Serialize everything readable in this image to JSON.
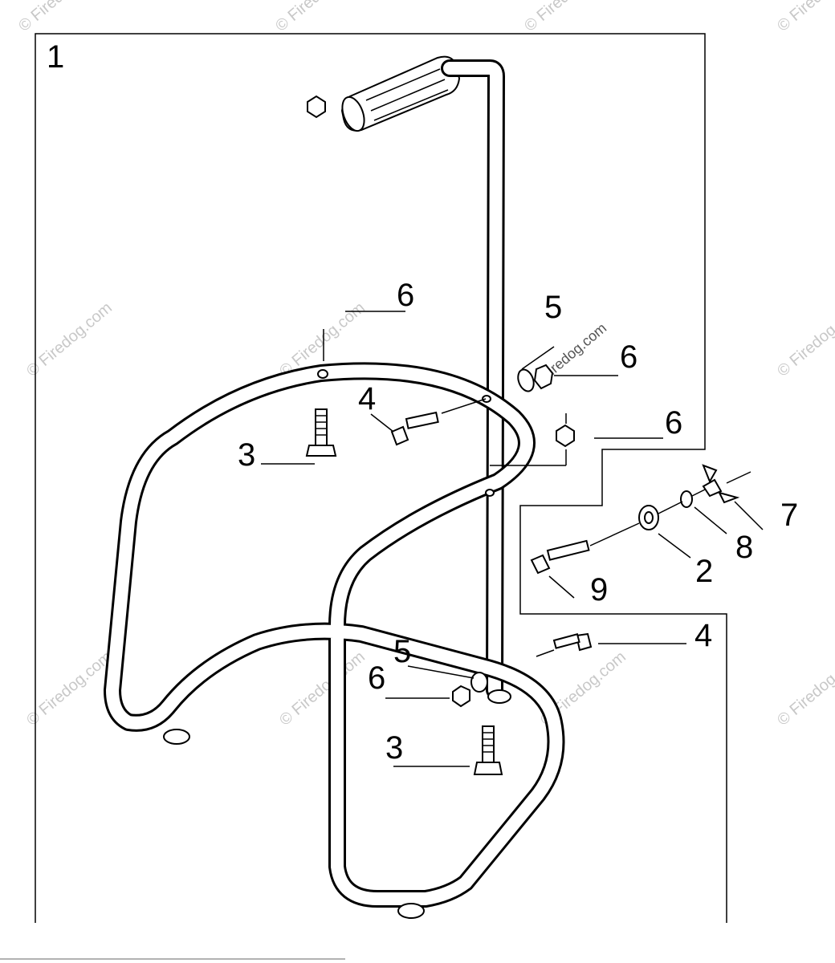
{
  "labels": {
    "assembly": "1",
    "p2": "2",
    "p3a": "3",
    "p3b": "3",
    "p4a": "4",
    "p4b": "4",
    "p5a": "5",
    "p5b": "5",
    "p6a": "6",
    "p6b": "6",
    "p6c": "6",
    "p6d": "6",
    "p7": "7",
    "p8": "8",
    "p9": "9"
  },
  "watermark": {
    "text": "© Firedog.com",
    "center_text": "Firedog.com"
  }
}
